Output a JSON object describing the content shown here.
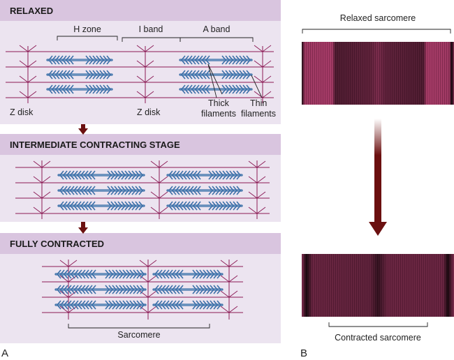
{
  "panel_a": {
    "letter": "A",
    "relaxed": {
      "title": "RELAXED",
      "h_zone": "H zone",
      "i_band": "I band",
      "a_band": "A band",
      "z_disk_left": "Z disk",
      "z_disk_mid": "Z disk",
      "thick_filaments_1": "Thick",
      "thick_filaments_2": "filaments",
      "thin_filaments_1": "Thin",
      "thin_filaments_2": "filaments"
    },
    "intermediate": {
      "title": "INTERMEDIATE CONTRACTING STAGE"
    },
    "contracted": {
      "title": "FULLY CONTRACTED",
      "sarcomere": "Sarcomere"
    }
  },
  "panel_b": {
    "letter": "B",
    "relaxed_label": "Relaxed sarcomere",
    "contracted_label": "Contracted sarcomere"
  },
  "colors": {
    "panel_bg": "#ece4f0",
    "header_bg": "#d9c5df",
    "thin_filament": "#8b1a55",
    "thick_filament": "#3b6fa8",
    "arrow": "#6b1010",
    "micrograph": "#b0406e"
  }
}
